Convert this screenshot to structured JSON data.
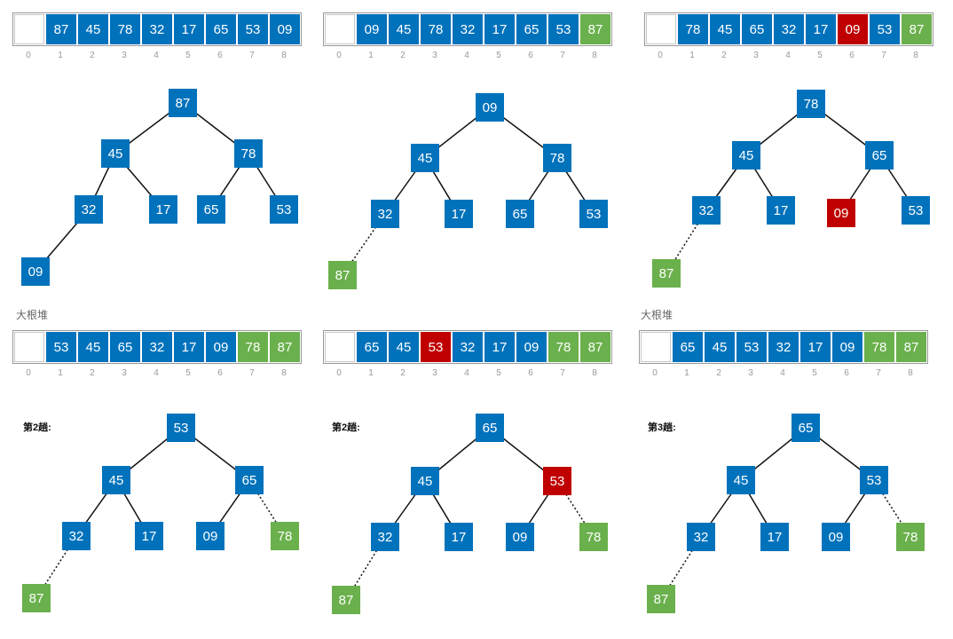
{
  "colors": {
    "blue": "#0072bc",
    "red": "#c00000",
    "green": "#6ab04c"
  },
  "panels": [
    {
      "array": [
        {
          "v": "87",
          "c": "blue"
        },
        {
          "v": "45",
          "c": "blue"
        },
        {
          "v": "78",
          "c": "blue"
        },
        {
          "v": "32",
          "c": "blue"
        },
        {
          "v": "17",
          "c": "blue"
        },
        {
          "v": "65",
          "c": "blue"
        },
        {
          "v": "53",
          "c": "blue"
        },
        {
          "v": "09",
          "c": "blue"
        }
      ],
      "tree": [
        {
          "v": "87",
          "c": "blue"
        },
        {
          "v": "45",
          "c": "blue"
        },
        {
          "v": "78",
          "c": "blue"
        },
        {
          "v": "32",
          "c": "blue"
        },
        {
          "v": "17",
          "c": "blue"
        },
        {
          "v": "65",
          "c": "blue"
        },
        {
          "v": "53",
          "c": "blue"
        },
        {
          "v": "09",
          "c": "blue"
        }
      ],
      "dotted": [],
      "note": "",
      "title": ""
    },
    {
      "array": [
        {
          "v": "09",
          "c": "blue"
        },
        {
          "v": "45",
          "c": "blue"
        },
        {
          "v": "78",
          "c": "blue"
        },
        {
          "v": "32",
          "c": "blue"
        },
        {
          "v": "17",
          "c": "blue"
        },
        {
          "v": "65",
          "c": "blue"
        },
        {
          "v": "53",
          "c": "blue"
        },
        {
          "v": "87",
          "c": "green"
        }
      ],
      "tree": [
        {
          "v": "09",
          "c": "blue"
        },
        {
          "v": "45",
          "c": "blue"
        },
        {
          "v": "78",
          "c": "blue"
        },
        {
          "v": "32",
          "c": "blue"
        },
        {
          "v": "17",
          "c": "blue"
        },
        {
          "v": "65",
          "c": "blue"
        },
        {
          "v": "53",
          "c": "blue"
        },
        {
          "v": "87",
          "c": "green"
        }
      ],
      "dotted": [
        8
      ],
      "note": "",
      "title": ""
    },
    {
      "array": [
        {
          "v": "78",
          "c": "blue"
        },
        {
          "v": "45",
          "c": "blue"
        },
        {
          "v": "65",
          "c": "blue"
        },
        {
          "v": "32",
          "c": "blue"
        },
        {
          "v": "17",
          "c": "blue"
        },
        {
          "v": "09",
          "c": "red"
        },
        {
          "v": "53",
          "c": "blue"
        },
        {
          "v": "87",
          "c": "green"
        }
      ],
      "tree": [
        {
          "v": "78",
          "c": "blue"
        },
        {
          "v": "45",
          "c": "blue"
        },
        {
          "v": "65",
          "c": "blue"
        },
        {
          "v": "32",
          "c": "blue"
        },
        {
          "v": "17",
          "c": "blue"
        },
        {
          "v": "09",
          "c": "red"
        },
        {
          "v": "53",
          "c": "blue"
        },
        {
          "v": "87",
          "c": "green"
        }
      ],
      "dotted": [
        8
      ],
      "note": "大根堆",
      "title": ""
    },
    {
      "array": [
        {
          "v": "53",
          "c": "blue"
        },
        {
          "v": "45",
          "c": "blue"
        },
        {
          "v": "65",
          "c": "blue"
        },
        {
          "v": "32",
          "c": "blue"
        },
        {
          "v": "17",
          "c": "blue"
        },
        {
          "v": "09",
          "c": "blue"
        },
        {
          "v": "78",
          "c": "green"
        },
        {
          "v": "87",
          "c": "green"
        }
      ],
      "tree": [
        {
          "v": "53",
          "c": "blue"
        },
        {
          "v": "45",
          "c": "blue"
        },
        {
          "v": "65",
          "c": "blue"
        },
        {
          "v": "32",
          "c": "blue"
        },
        {
          "v": "17",
          "c": "blue"
        },
        {
          "v": "09",
          "c": "blue"
        },
        {
          "v": "78",
          "c": "green"
        },
        {
          "v": "87",
          "c": "green"
        }
      ],
      "dotted": [
        7,
        8
      ],
      "note": "",
      "title": "第2趟:"
    },
    {
      "array": [
        {
          "v": "65",
          "c": "blue"
        },
        {
          "v": "45",
          "c": "blue"
        },
        {
          "v": "53",
          "c": "red"
        },
        {
          "v": "32",
          "c": "blue"
        },
        {
          "v": "17",
          "c": "blue"
        },
        {
          "v": "09",
          "c": "blue"
        },
        {
          "v": "78",
          "c": "green"
        },
        {
          "v": "87",
          "c": "green"
        }
      ],
      "tree": [
        {
          "v": "65",
          "c": "blue"
        },
        {
          "v": "45",
          "c": "blue"
        },
        {
          "v": "53",
          "c": "red"
        },
        {
          "v": "32",
          "c": "blue"
        },
        {
          "v": "17",
          "c": "blue"
        },
        {
          "v": "09",
          "c": "blue"
        },
        {
          "v": "78",
          "c": "green"
        },
        {
          "v": "87",
          "c": "green"
        }
      ],
      "dotted": [
        7,
        8
      ],
      "note": "",
      "title": "第2趟:"
    },
    {
      "array": [
        {
          "v": "65",
          "c": "blue"
        },
        {
          "v": "45",
          "c": "blue"
        },
        {
          "v": "53",
          "c": "blue"
        },
        {
          "v": "32",
          "c": "blue"
        },
        {
          "v": "17",
          "c": "blue"
        },
        {
          "v": "09",
          "c": "blue"
        },
        {
          "v": "78",
          "c": "green"
        },
        {
          "v": "87",
          "c": "green"
        }
      ],
      "tree": [
        {
          "v": "65",
          "c": "blue"
        },
        {
          "v": "45",
          "c": "blue"
        },
        {
          "v": "53",
          "c": "blue"
        },
        {
          "v": "32",
          "c": "blue"
        },
        {
          "v": "17",
          "c": "blue"
        },
        {
          "v": "09",
          "c": "blue"
        },
        {
          "v": "78",
          "c": "green"
        },
        {
          "v": "87",
          "c": "green"
        }
      ],
      "dotted": [
        7,
        8
      ],
      "note": "",
      "title": "第3趟:"
    }
  ],
  "index_labels": [
    "0",
    "1",
    "2",
    "3",
    "4",
    "5",
    "6",
    "7",
    "8"
  ]
}
